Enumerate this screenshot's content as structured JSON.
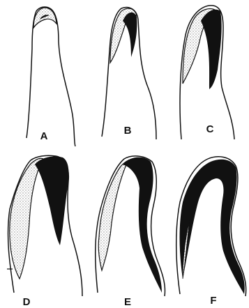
{
  "colors": {
    "ink": "#111111",
    "stipple": "#9a9a9a",
    "background": "#ffffff"
  },
  "panels": [
    {
      "label": "A"
    },
    {
      "label": "B"
    },
    {
      "label": "C"
    },
    {
      "label": "D"
    },
    {
      "label": "E"
    },
    {
      "label": "F"
    }
  ]
}
